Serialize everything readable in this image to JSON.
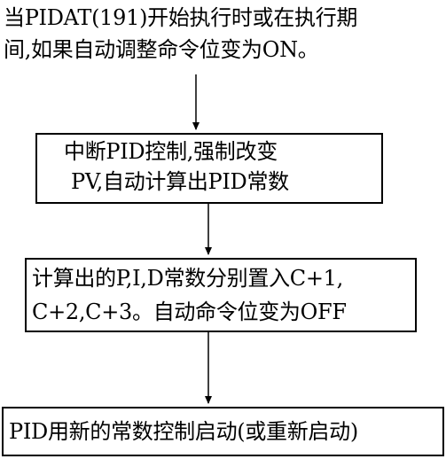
{
  "intro": {
    "line1": "当PIDAT(191)开始执行时或在执行期",
    "line2": "间,如果自动调整命令位变为ON。"
  },
  "boxes": [
    {
      "line1": "中断PID控制,强制改变",
      "line2": "PV,自动计算出PID常数"
    },
    {
      "line1": "计算出的P,I,D常数分别置入C+1,",
      "line2": "C+2,C+3。自动命令位变为OFF"
    },
    {
      "line1": "PID用新的常数控制启动(或重新启动)"
    }
  ]
}
